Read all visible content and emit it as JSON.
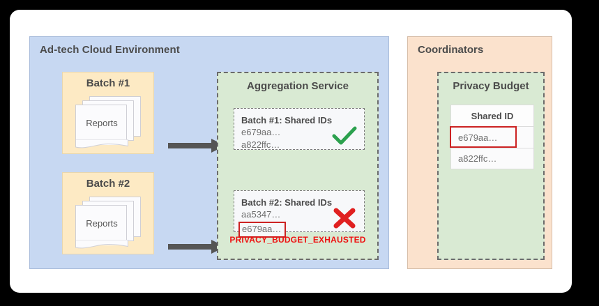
{
  "colors": {
    "background": "#000000",
    "card": "#ffffff",
    "adtech_panel": "#c7d8f2",
    "coordinators_panel": "#fbe2cd",
    "green_panel": "#d9ead3",
    "batch_box": "#fdeac4",
    "arrow": "#555555",
    "success": "#2ca14e",
    "error": "#e02020",
    "error_text": "#ee1111",
    "highlight_border": "#cc2222",
    "text": "#4b4b4b",
    "muted_text": "#6f6f6f"
  },
  "adtech": {
    "title": "Ad-tech Cloud Environment",
    "batches": [
      {
        "title": "Batch #1",
        "doc_label": "Reports"
      },
      {
        "title": "Batch #2",
        "doc_label": "Reports"
      }
    ],
    "aggregation": {
      "title": "Aggregation Service",
      "cards": [
        {
          "heading": "Batch #1: Shared IDs",
          "ids": [
            "e679aa…",
            "a822ffc…"
          ],
          "flagged_index": -1,
          "status": "check-icon"
        },
        {
          "heading": "Batch #2: Shared IDs",
          "ids": [
            "aa5347…",
            "e679aa…"
          ],
          "flagged_index": 1,
          "status": "cross-icon"
        }
      ],
      "error_label": "PRIVACY_BUDGET_EXHAUSTED"
    }
  },
  "coordinators": {
    "title": "Coordinators",
    "privacy_budget": {
      "title": "Privacy Budget",
      "table": {
        "header": "Shared ID",
        "rows": [
          "e679aa…",
          "a822ffc…"
        ],
        "highlighted_row": 0
      }
    }
  }
}
